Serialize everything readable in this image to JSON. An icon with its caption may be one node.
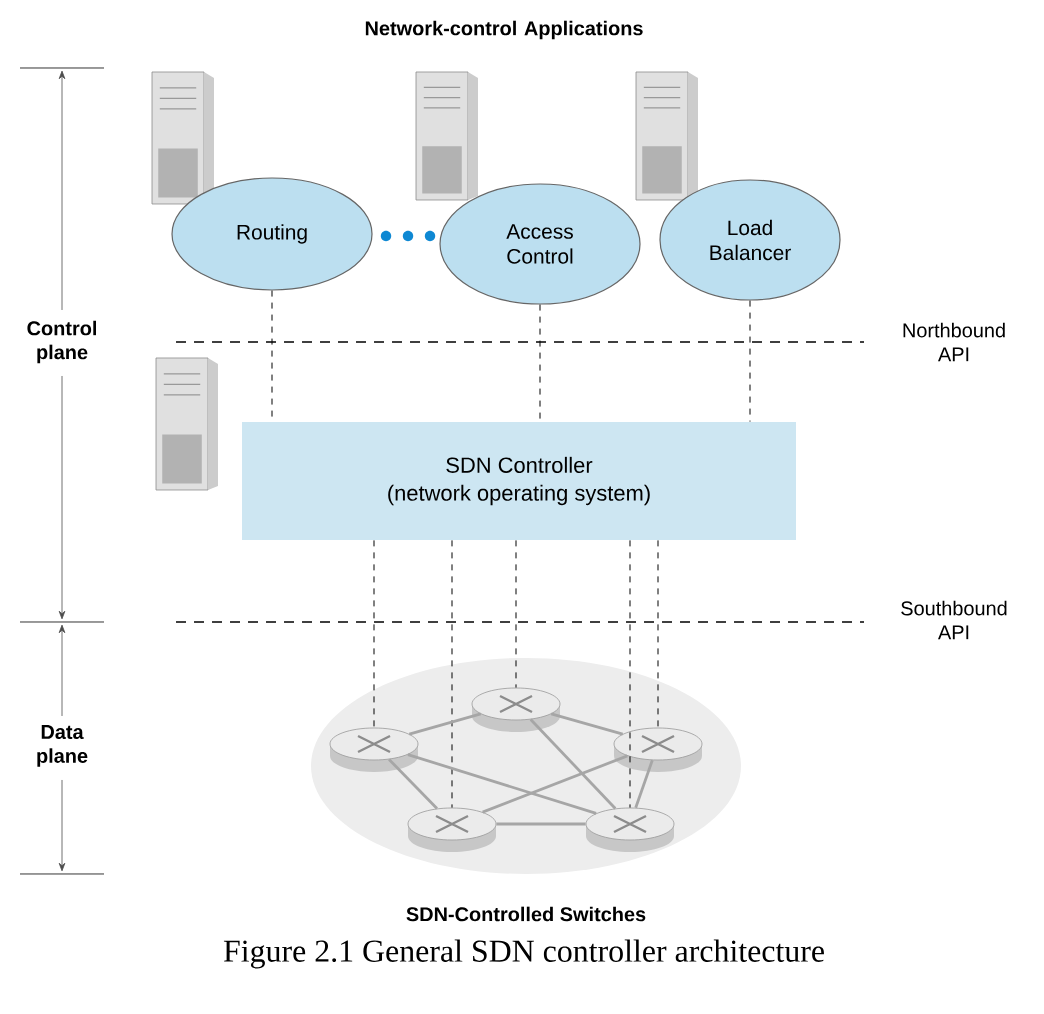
{
  "diagram": {
    "caption": "Figure 2.1 General SDN controller architecture",
    "nodes": [
      {
        "text": [
          "Routing"
        ]
      },
      {
        "text": [
          "Access Control"
        ]
      },
      {
        "text": [
          "Load Balancer"
        ]
      },
      {
        "text": [
          "SDN Controller",
          "(network operating system)"
        ]
      },
      {
        "text": [],
        "shape": "cloud",
        "beside": [
          "SDN-Controlled Switches"
        ]
      },
      {
        "text": [],
        "shape": "cylinder",
        "in": 4
      },
      {
        "text": [],
        "shape": "cylinder",
        "in": 4
      },
      {
        "text": [],
        "shape": "cylinder",
        "in": 4
      },
      {
        "text": [],
        "shape": "cylinder",
        "in": 4
      },
      {
        "text": [],
        "shape": "cylinder",
        "in": 4
      }
    ],
    "edges": [
      {
        "from": 0,
        "to": 3,
        "arrow": "none",
        "style": "dashed"
      },
      {
        "from": 1,
        "to": 3,
        "arrow": "none",
        "style": "dashed"
      },
      {
        "from": 2,
        "to": 3,
        "arrow": "none",
        "style": "dashed"
      },
      {
        "from": 3,
        "to": 6,
        "arrow": "none",
        "style": "dashed"
      },
      {
        "from": 3,
        "to": 8,
        "arrow": "none",
        "style": "dashed"
      },
      {
        "from": 3,
        "to": 5,
        "arrow": "none",
        "style": "dashed"
      },
      {
        "from": 3,
        "to": 9,
        "arrow": "none",
        "style": "dashed"
      },
      {
        "from": 3,
        "to": 7,
        "arrow": "none",
        "style": "dashed"
      },
      {
        "from": 6,
        "to": 5,
        "arrow": "none",
        "color": "#a6a6a6"
      },
      {
        "from": 5,
        "to": 7,
        "arrow": "none",
        "color": "#a6a6a6"
      },
      {
        "from": 6,
        "to": 8,
        "arrow": "none",
        "color": "#a6a6a6"
      },
      {
        "from": 6,
        "to": 9,
        "arrow": "none",
        "color": "#a6a6a6"
      },
      {
        "from": 5,
        "to": 9,
        "arrow": "none",
        "color": "#a6a6a6"
      },
      {
        "from": 7,
        "to": 8,
        "arrow": "none",
        "color": "#a6a6a6"
      },
      {
        "from": 7,
        "to": 9,
        "arrow": "none",
        "color": "#a6a6a6"
      },
      {
        "from": 8,
        "to": 9,
        "arrow": "none",
        "color": "#a6a6a6"
      }
    ],
    "labels": [
      "Network-control Applications",
      "Control plane",
      "Northbound API",
      "Southbound API",
      "Data plane"
    ]
  }
}
